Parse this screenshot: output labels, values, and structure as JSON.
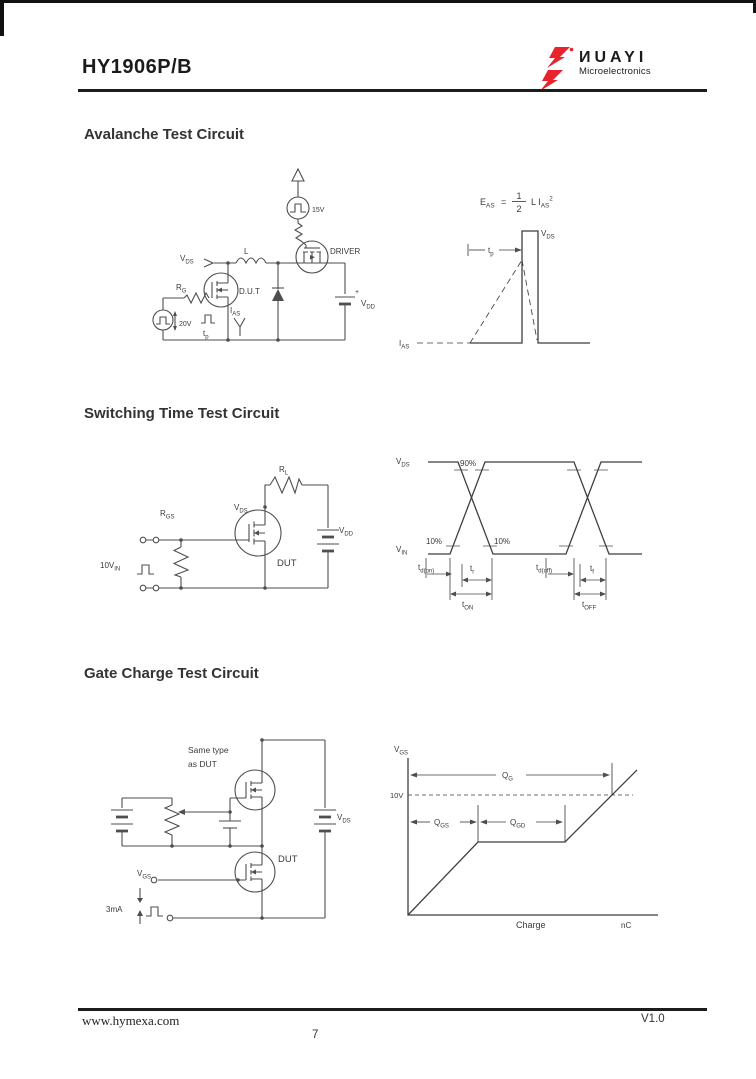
{
  "header": {
    "part_number": "HY1906P/B",
    "logo_brand": "ИUAYI",
    "logo_sub": "Microelectronics",
    "logo_color": "#e8232d"
  },
  "sections": {
    "avalanche": {
      "heading": "Avalanche Test Circuit"
    },
    "switching": {
      "heading": "Switching Time Test Circuit"
    },
    "gate_charge": {
      "heading": "Gate Charge Test Circuit"
    }
  },
  "avalanche_circuit": {
    "pulse15": "15V",
    "driver": "DRIVER",
    "inductor": "L",
    "vds": {
      "m": "V",
      "s": "DS"
    },
    "dut": "D.U.T",
    "rg": {
      "m": "R",
      "s": "G"
    },
    "v20": "20V",
    "tp": {
      "m": "t",
      "s": "p"
    },
    "ias": {
      "m": "I",
      "s": "AS"
    },
    "vdd": {
      "m": "V",
      "s": "DD"
    },
    "plus": "+"
  },
  "avalanche_waveform": {
    "formula": {
      "e": "E",
      "e_sub": "AS",
      "eq": "=",
      "num": "1",
      "den": "2",
      "body": "L I",
      "body_sub": "AS",
      "exp": "2"
    },
    "vds": {
      "m": "V",
      "s": "DS"
    },
    "tp": {
      "m": "t",
      "s": "p"
    },
    "ias": {
      "m": "I",
      "s": "AS"
    }
  },
  "switching_circuit": {
    "rl": {
      "m": "R",
      "s": "L"
    },
    "vdd": {
      "m": "V",
      "s": "DD"
    },
    "vds": {
      "m": "V",
      "s": "DS"
    },
    "rgs": {
      "m": "R",
      "s": "GS"
    },
    "vin": {
      "m": "10V",
      "s": "IN"
    },
    "dut": "DUT"
  },
  "switching_waveform": {
    "vds": {
      "m": "V",
      "s": "DS"
    },
    "vin": {
      "m": "V",
      "s": "IN"
    },
    "p90": "90%",
    "p10a": "10%",
    "p10b": "10%",
    "td_on": {
      "m": "t",
      "s": "d(on)"
    },
    "tr": {
      "m": "t",
      "s": "r"
    },
    "t_on": {
      "m": "t",
      "s": "ON"
    },
    "td_off": {
      "m": "t",
      "s": "d(off)"
    },
    "tf": {
      "m": "t",
      "s": "f"
    },
    "t_off": {
      "m": "t",
      "s": "OFF"
    }
  },
  "gate_charge_circuit": {
    "note_line1": "Same type",
    "note_line2": "as DUT",
    "vds": {
      "m": "V",
      "s": "DS"
    },
    "dut": "DUT",
    "vgs": {
      "m": "V",
      "s": "GS"
    },
    "current": "3mA"
  },
  "gate_charge_waveform": {
    "vgs": {
      "m": "V",
      "s": "GS"
    },
    "v10": "10V",
    "qg": {
      "m": "Q",
      "s": "G"
    },
    "qgs": {
      "m": "Q",
      "s": "GS"
    },
    "qgd": {
      "m": "Q",
      "s": "GD"
    },
    "xlabel": "Charge",
    "unit": "nC"
  },
  "footer": {
    "website": "www.hymexa.com",
    "version": "V1.0",
    "page_number": "7"
  }
}
